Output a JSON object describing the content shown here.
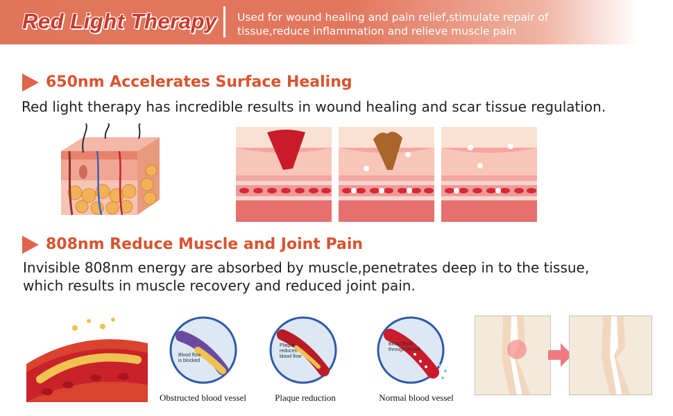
{
  "banner": {
    "title": "Red Light Therapy",
    "subtitle_line1": "Used for wound healing and pain relief,stimulate repair of",
    "subtitle_line2": "tissue,reduce inflammation and relieve muscle pain"
  },
  "section1": {
    "heading": "650nm Accelerates Surface Healing",
    "description": "Red light therapy has incredible results in wound healing and scar tissue regulation."
  },
  "section2": {
    "heading": "808nm Reduce Muscle and Joint Pain",
    "description_line1": "Invisible 808nm energy are absorbed by muscle,penetrates deep in to the tissue,",
    "description_line2": "which results in muscle recovery and reduced joint pain."
  },
  "vessels": [
    {
      "caption": "Obstructed blood vessel",
      "label_line1": "Blood flow",
      "label_line2": "is blocked"
    },
    {
      "caption": "Plaque reduction",
      "label_line1": "Plaque",
      "label_line2": "reduces",
      "label_line3": "blood flow"
    },
    {
      "caption": "Normal blood vessel",
      "label_line1": "Blood flows",
      "label_line2": "through vessel"
    }
  ],
  "colors": {
    "banner": "#e0755c",
    "heading": "#d9532f",
    "arrow": "#e0644c",
    "skin": "#f7c9b6",
    "blood": "#c91b2a"
  },
  "icons": [
    "play-arrow-icon",
    "right-arrow-icon"
  ]
}
